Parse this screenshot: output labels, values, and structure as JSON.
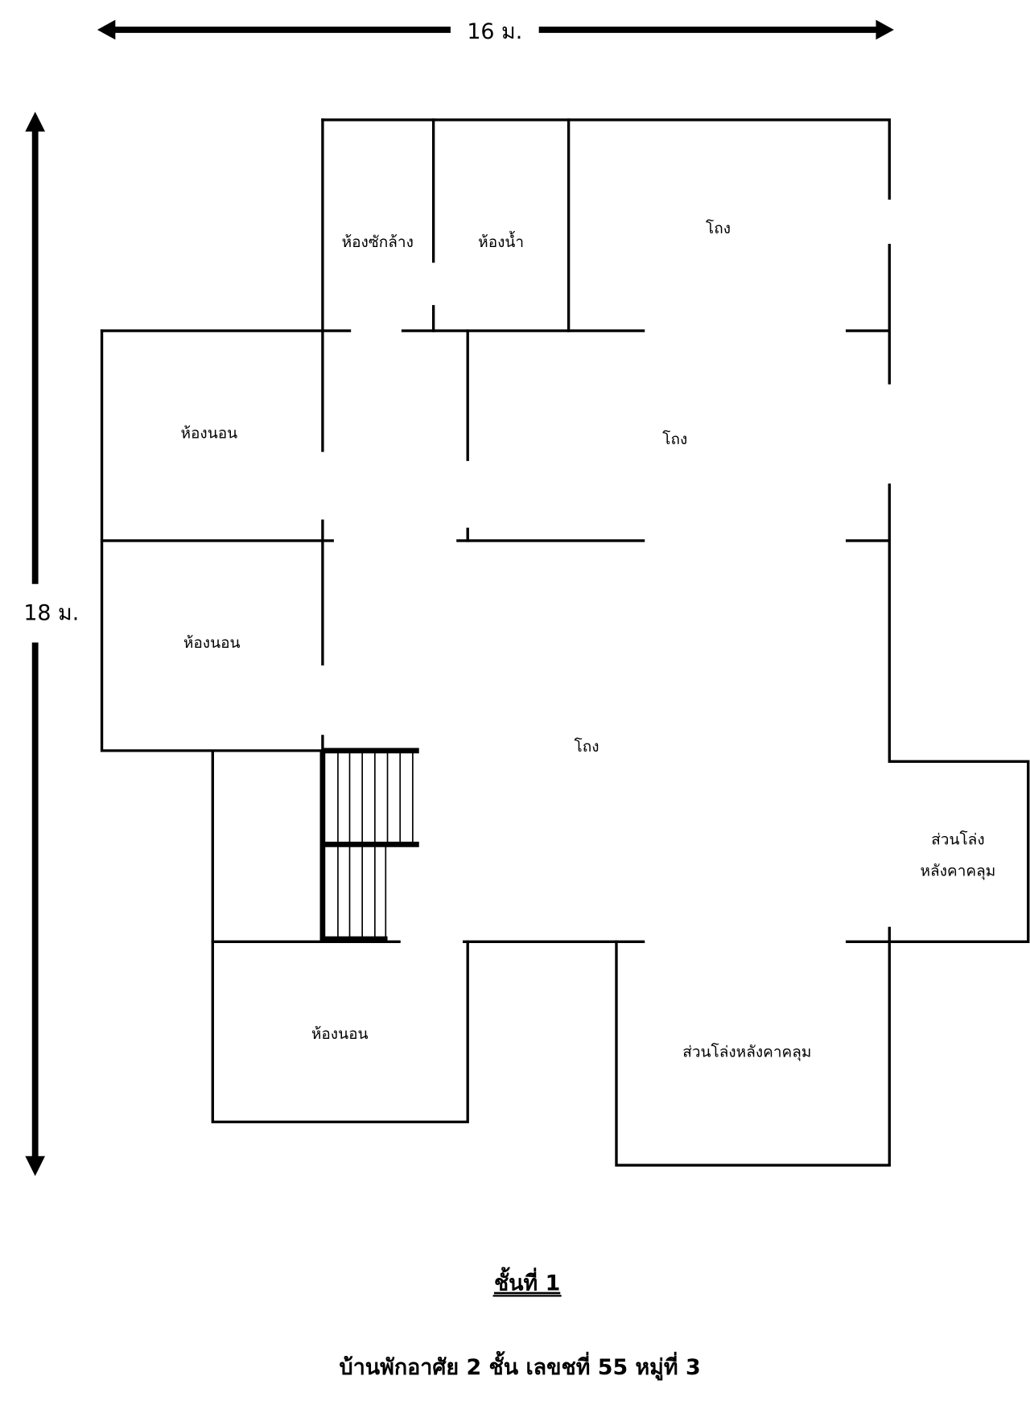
{
  "dimensions": {
    "width": "16 ม.",
    "depth": "18 ม."
  },
  "rooms": {
    "laundry": "ห้องซักล้าง",
    "bathroom": "ห้องน้ำ",
    "hall_top": "โถง",
    "hall_middle": "โถง",
    "hall_main": "โถง",
    "bedroom_1": "ห้องนอน",
    "bedroom_2": "ห้องนอน",
    "bedroom_3": "ห้องนอน",
    "covered_area_right_line1": "ส่วนโล่ง",
    "covered_area_right_line2": "หลังคาคลุม",
    "covered_area_bottom": "ส่วนโล่งหลังคาคลุม"
  },
  "floor_title": "ชั้นที่ 1",
  "caption": "บ้านพักอาศัย 2 ชั้น เลขชที่ 55 หมู่ที่ 3"
}
